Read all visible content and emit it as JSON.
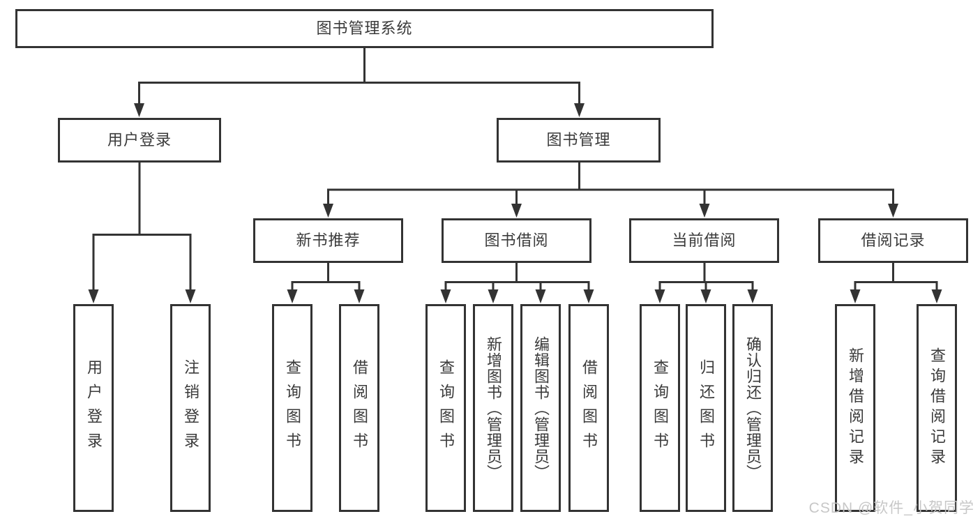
{
  "diagram": {
    "root": {
      "label": "图书管理系统"
    },
    "level2": [
      {
        "label": "用户登录"
      },
      {
        "label": "图书管理"
      }
    ],
    "level3": [
      {
        "label": "新书推荐"
      },
      {
        "label": "图书借阅"
      },
      {
        "label": "当前借阅"
      },
      {
        "label": "借阅记录"
      }
    ],
    "leaves": {
      "user_login": [
        "用户登录",
        "注销登录"
      ],
      "new_books": [
        "查询图书",
        "借阅图书"
      ],
      "book_borrow": [
        "查询图书",
        "新增图书（管理员）",
        "编辑图书（管理员）",
        "借阅图书"
      ],
      "current_borrow": [
        "查询图书",
        "归还图书",
        "确认归还（管理员）"
      ],
      "borrow_records": [
        "新增借阅记录",
        "查询借阅记录"
      ]
    }
  },
  "watermark": "CSDN @软件_小贺同学",
  "colors": {
    "line": "#333333",
    "text": "#3a3a3a",
    "watermark": "#c5c5c5",
    "background": "#ffffff"
  }
}
